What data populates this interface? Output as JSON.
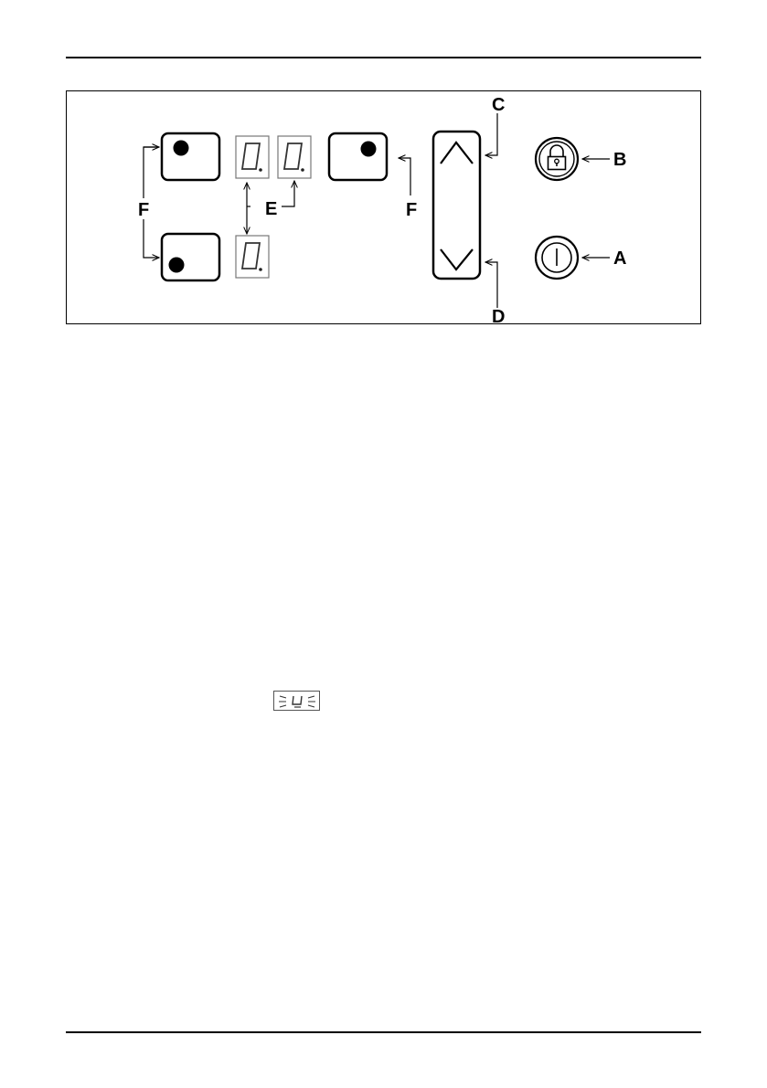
{
  "diagram": {
    "labels": {
      "a": "A",
      "b": "B",
      "c": "C",
      "d": "D",
      "e": "E",
      "f_left": "F",
      "f_right": "F"
    },
    "displays": {
      "top_left_digit": "0.",
      "top_right_digit": "0.",
      "bottom_digit": "0."
    },
    "icons": {
      "on_off": "power-icon",
      "lock": "padlock-icon",
      "up": "chevron-up-icon",
      "down": "chevron-down-icon"
    },
    "status_symbol": "blinking-u-icon"
  }
}
